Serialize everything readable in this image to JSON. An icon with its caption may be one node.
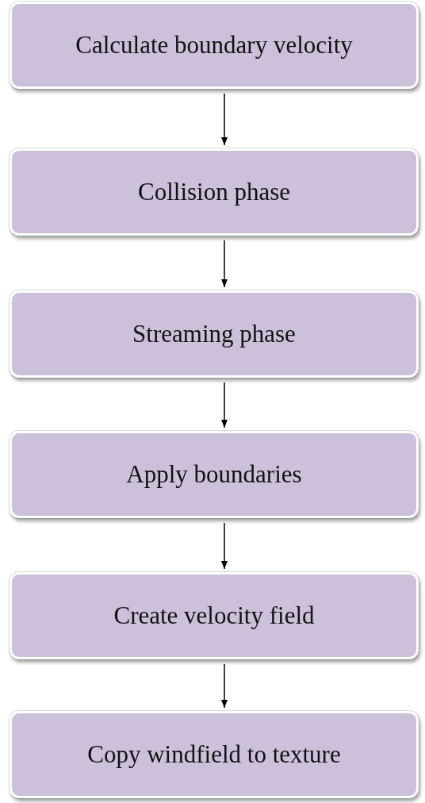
{
  "diagram": {
    "nodes": [
      {
        "text": [
          "Calculate boundary velocity"
        ]
      },
      {
        "text": [
          "Collision phase"
        ]
      },
      {
        "text": [
          "Streaming phase"
        ]
      },
      {
        "text": [
          "Apply boundaries"
        ]
      },
      {
        "text": [
          "Create velocity field"
        ]
      },
      {
        "text": [
          "Copy windfield to texture"
        ]
      }
    ],
    "edges": [
      {
        "from": 0,
        "to": 1,
        "arrow": "to"
      },
      {
        "from": 1,
        "to": 2,
        "arrow": "to"
      },
      {
        "from": 2,
        "to": 3,
        "arrow": "to"
      },
      {
        "from": 3,
        "to": 4,
        "arrow": "to"
      },
      {
        "from": 4,
        "to": 5,
        "arrow": "to"
      }
    ]
  }
}
